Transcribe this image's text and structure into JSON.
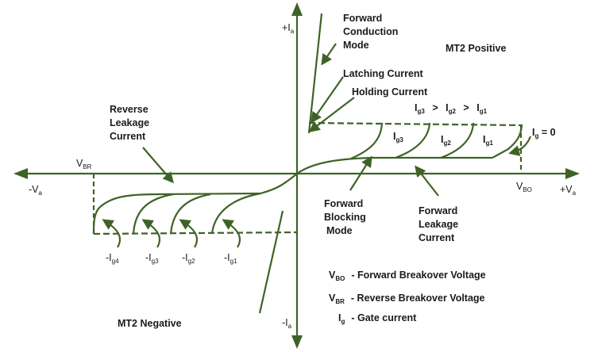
{
  "title": "TRIAC V-I Characteristics",
  "colors": {
    "line": "#3f6327",
    "text": "#1a1a1a",
    "background": "#ffffff"
  },
  "axes": {
    "y_pos": {
      "main": "+I",
      "sub": "a"
    },
    "y_neg": {
      "main": "-I",
      "sub": "a"
    },
    "x_pos": {
      "main": "+V",
      "sub": "a"
    },
    "x_neg": {
      "main": "-V",
      "sub": "a"
    }
  },
  "quadrants": {
    "q1": "MT2 Positive",
    "q3": "MT2 Negative"
  },
  "markers": {
    "vbo": {
      "main": "V",
      "sub": "BO"
    },
    "vbr": {
      "main": "V",
      "sub": "BR"
    }
  },
  "annotations": {
    "forward_conduction": [
      "Forward",
      "Conduction",
      "Mode"
    ],
    "latching_current": "Latching Current",
    "holding_current": "Holding Current",
    "reverse_leakage": [
      "Reverse",
      "Leakage",
      "Current"
    ],
    "forward_blocking": [
      "Forward",
      "Blocking",
      "Mode"
    ],
    "forward_leakage": [
      "Forward",
      "Leakage",
      "Current"
    ]
  },
  "gate_relation": {
    "a": "I",
    "a_sub": "g3",
    "op1": ">",
    "b": "I",
    "b_sub": "g2",
    "op2": ">",
    "c": "I",
    "c_sub": "g1"
  },
  "gate_curves_forward": [
    {
      "main": "I",
      "sub": "g3"
    },
    {
      "main": "I",
      "sub": "g2"
    },
    {
      "main": "I",
      "sub": "g1"
    },
    {
      "main": "I",
      "sub": "g",
      "suffix": " = 0"
    }
  ],
  "gate_curves_reverse": [
    {
      "main": "-I",
      "sub": "g4"
    },
    {
      "main": "-I",
      "sub": "g3"
    },
    {
      "main": "-I",
      "sub": "g2"
    },
    {
      "main": "-I",
      "sub": "g1"
    }
  ],
  "legend": [
    {
      "sym": "V",
      "sub": "BO",
      "desc": "-  Forward  Breakover  Voltage"
    },
    {
      "sym": "V",
      "sub": "BR",
      "desc": "-  Reverse  Breakover  Voltage"
    },
    {
      "sym": "I",
      "sub": "g",
      "desc": "-  Gate current"
    }
  ]
}
